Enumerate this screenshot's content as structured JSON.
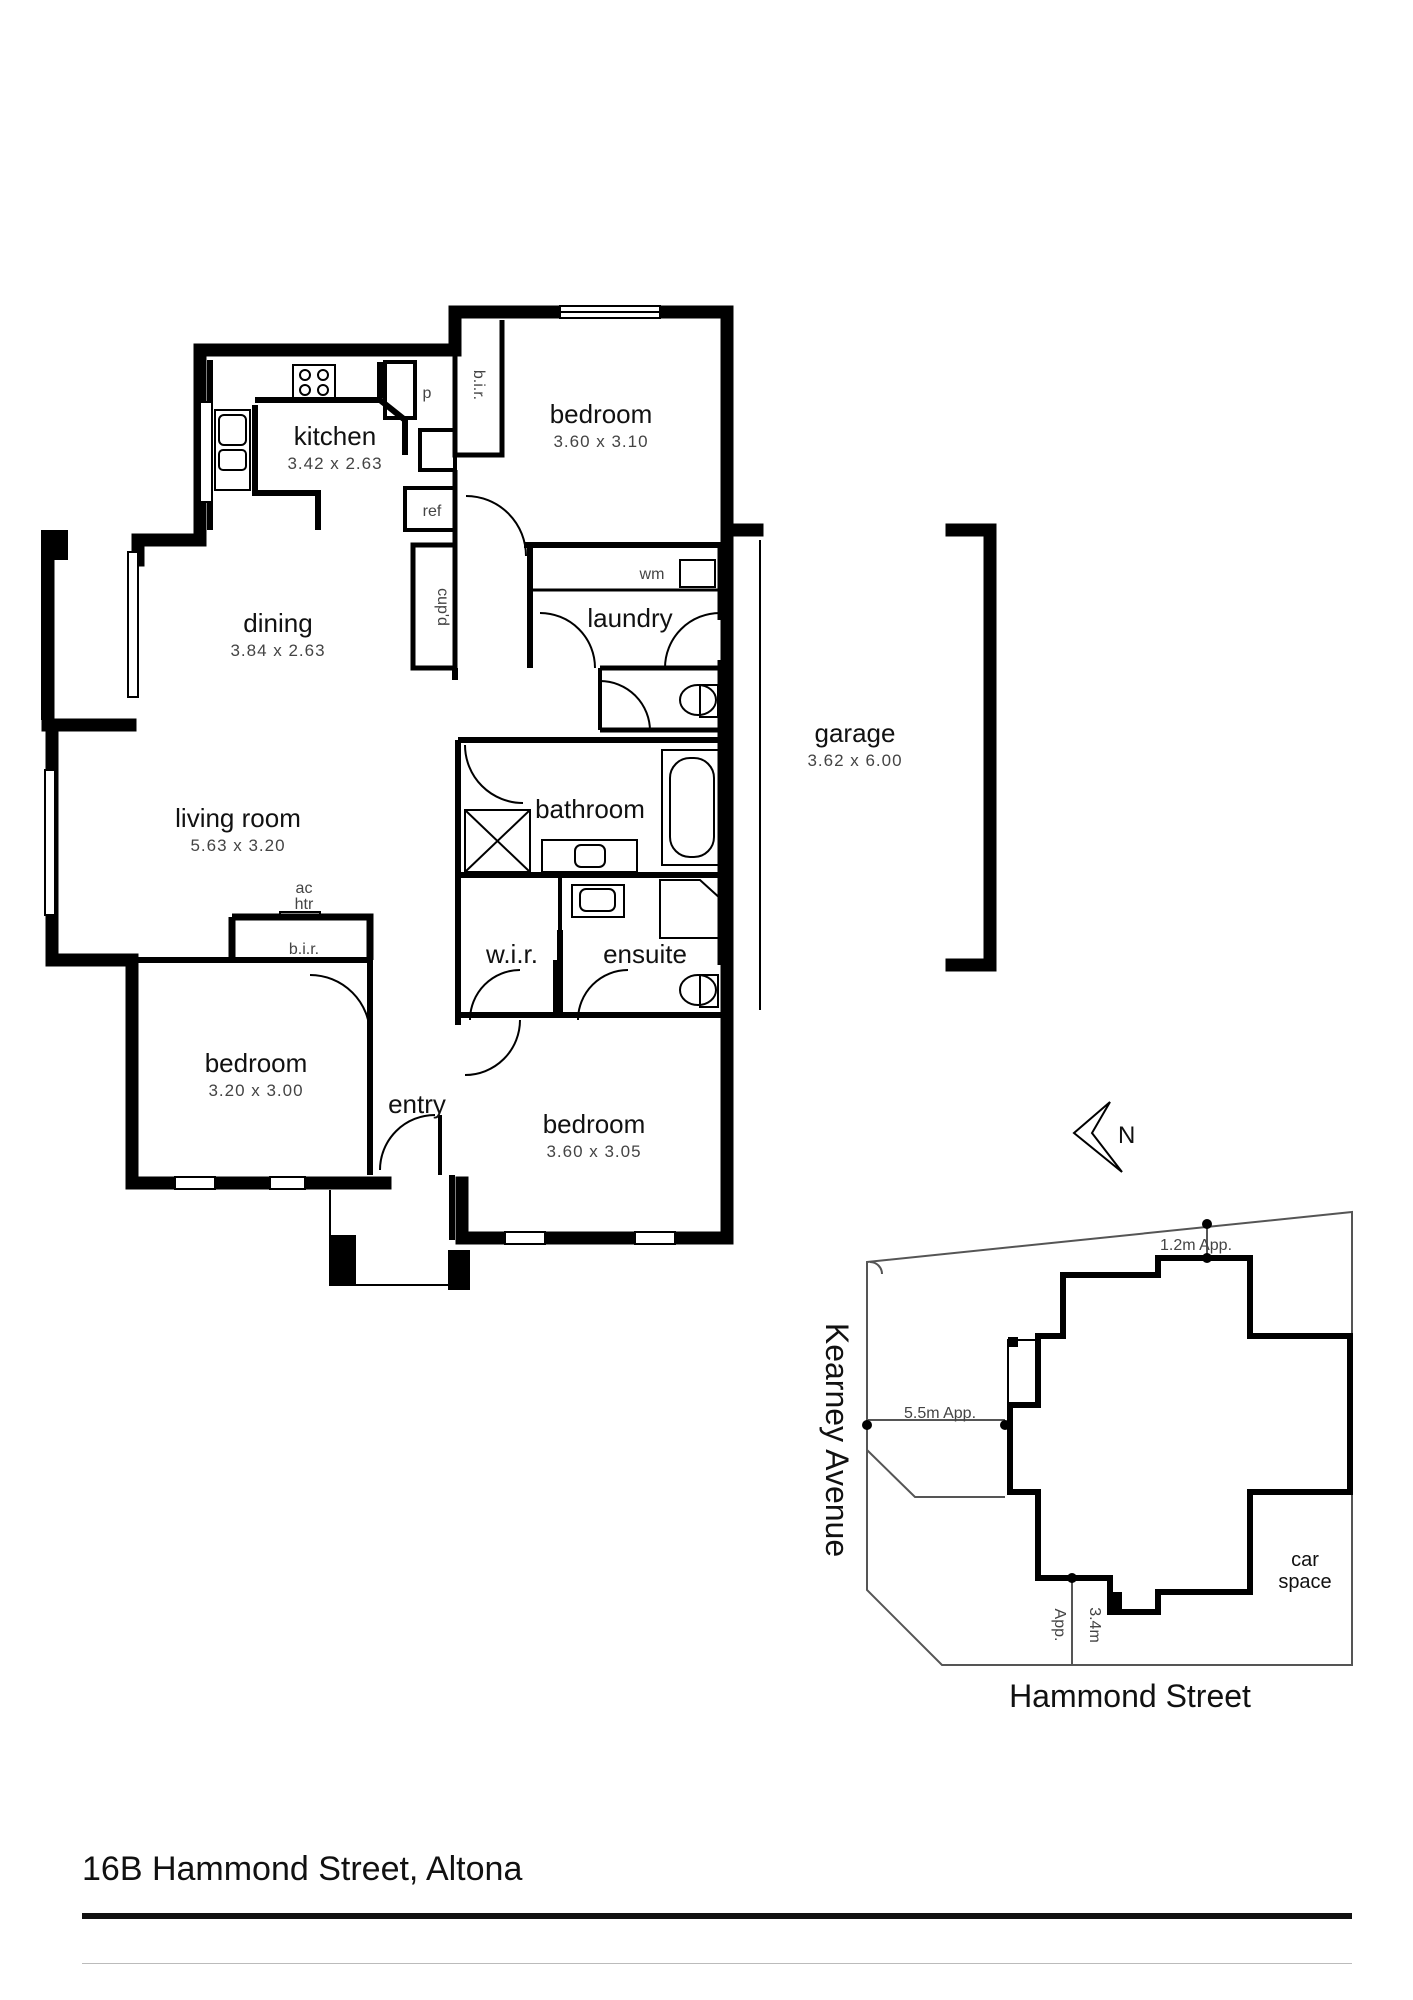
{
  "property": {
    "address": "16B Hammond Street, Altona"
  },
  "rooms": {
    "kitchen": {
      "name": "kitchen",
      "dims": "3.42 x 2.63"
    },
    "bedroom1": {
      "name": "bedroom",
      "dims": "3.60 x 3.10"
    },
    "dining": {
      "name": "dining",
      "dims": "3.84 x 2.63"
    },
    "laundry": {
      "name": "laundry"
    },
    "garage": {
      "name": "garage",
      "dims": "3.62 x 6.00"
    },
    "living": {
      "name": "living room",
      "dims": "5.63 x 3.20"
    },
    "bathroom": {
      "name": "bathroom"
    },
    "bedroom2": {
      "name": "bedroom",
      "dims": "3.20 x 3.00"
    },
    "wir": {
      "name": "w.i.r."
    },
    "ensuite": {
      "name": "ensuite"
    },
    "entry": {
      "name": "entry"
    },
    "bedroom3": {
      "name": "bedroom",
      "dims": "3.60 x 3.05"
    }
  },
  "fixtures": {
    "pantry": "p",
    "bir_top": "b.i.r.",
    "ref": "ref",
    "cupd": "cup'd",
    "wm": "wm",
    "ac": "ac",
    "htr": "htr",
    "bir_left": "b.i.r."
  },
  "compass": {
    "label": "N"
  },
  "site": {
    "street_bottom": "Hammond Street",
    "street_side": "Kearney Avenue",
    "car_space_1": "car",
    "car_space_2": "space",
    "setback_top": "1.2m App.",
    "setback_side": "5.5m App.",
    "setback_bottom_1": "3.4m",
    "setback_bottom_2": "App."
  }
}
